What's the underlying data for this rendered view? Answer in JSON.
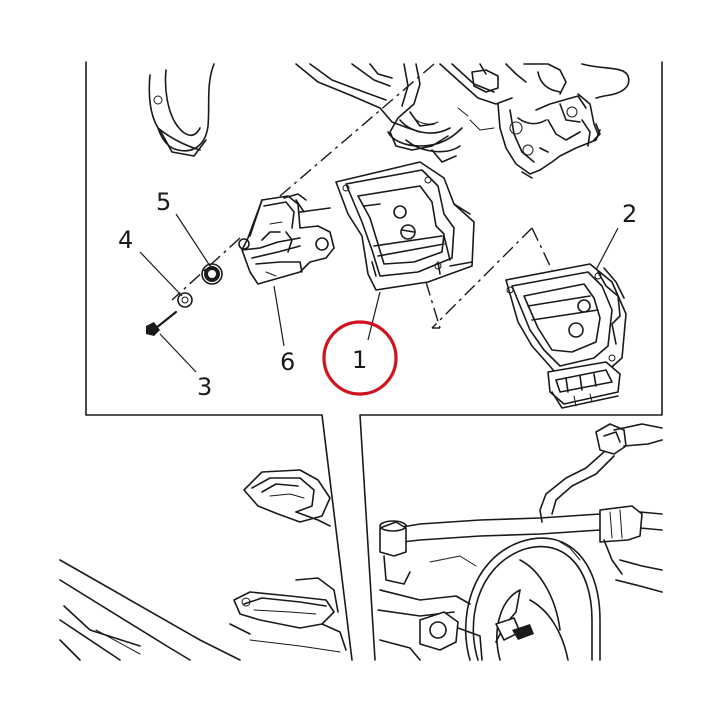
{
  "callouts": [
    {
      "id": "1",
      "label": "1",
      "highlighted": true
    },
    {
      "id": "2",
      "label": "2",
      "highlighted": false
    },
    {
      "id": "3",
      "label": "3",
      "highlighted": false
    },
    {
      "id": "4",
      "label": "4",
      "highlighted": false
    },
    {
      "id": "5",
      "label": "5",
      "highlighted": false
    },
    {
      "id": "6",
      "label": "6",
      "highlighted": false
    }
  ],
  "colors": {
    "line": "#1a1a1a",
    "highlight": "#d0141e",
    "background": "#ffffff"
  }
}
